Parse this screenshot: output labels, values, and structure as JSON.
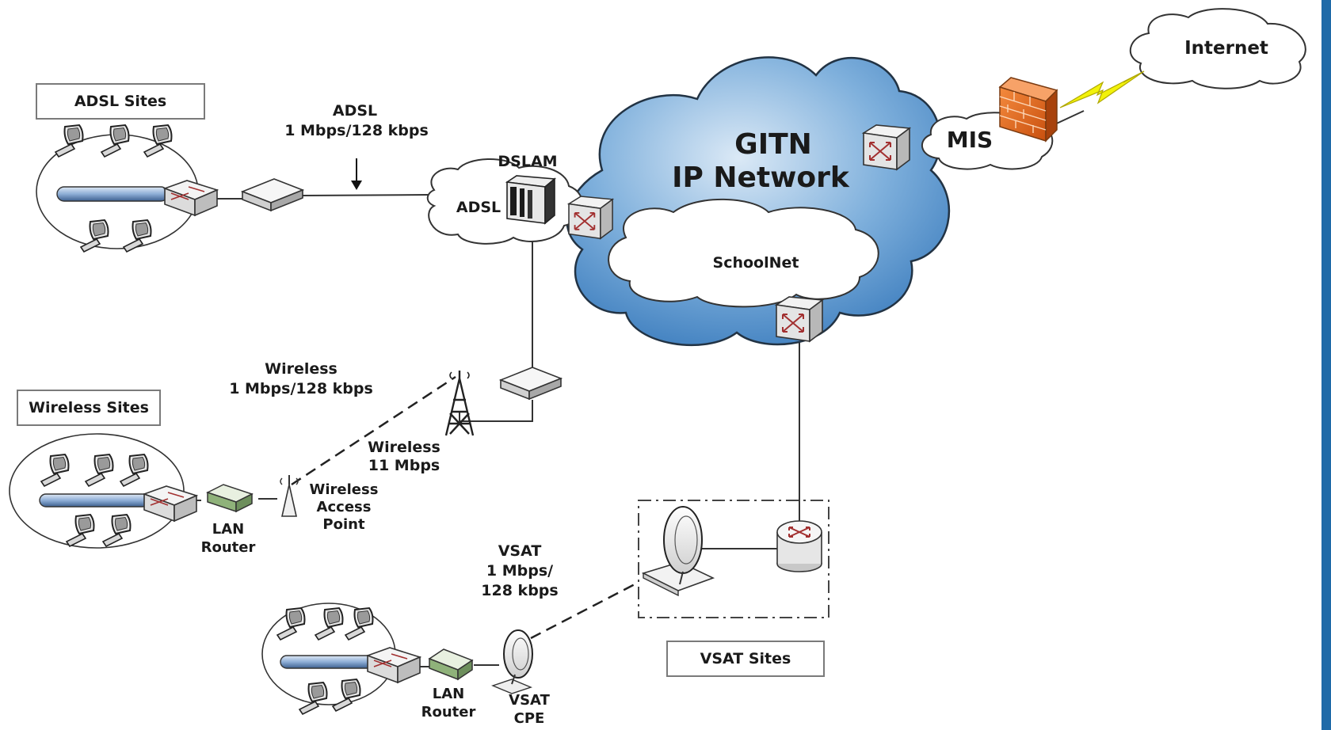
{
  "sites": {
    "adsl": "ADSL Sites",
    "wireless": "Wireless Sites",
    "vsat": "VSAT Sites"
  },
  "links": {
    "adsl_title": "ADSL",
    "adsl_speed": "1 Mbps/128 kbps",
    "wireless_title": "Wireless",
    "wireless_speed": "1 Mbps/128 kbps",
    "wireless11_line1": "Wireless",
    "wireless11_line2": "11 Mbps",
    "vsat_line1": "VSAT",
    "vsat_line2": "1 Mbps/",
    "vsat_line3": "128 kbps"
  },
  "nodes": {
    "dslam": "DSLAM",
    "adsl_cloud": "ADSL",
    "gitn_line1": "GITN",
    "gitn_line2": "IP Network",
    "schoolnet": "SchoolNet",
    "mis": "MIS",
    "internet": "Internet",
    "wap_line1": "Wireless",
    "wap_line2": "Access",
    "wap_line3": "Point",
    "lan_router_line1": "LAN",
    "lan_router_line2": "Router",
    "vsat_cpe_line1": "VSAT",
    "vsat_cpe_line2": "CPE"
  },
  "colors": {
    "cloud_blue": "#4f8fc8",
    "cloud_light": "#d6e6f4",
    "firewall": "#e86a1f",
    "lightning": "#f2f20a",
    "router_mark": "#a23030",
    "bus": "#9ab4d6"
  }
}
